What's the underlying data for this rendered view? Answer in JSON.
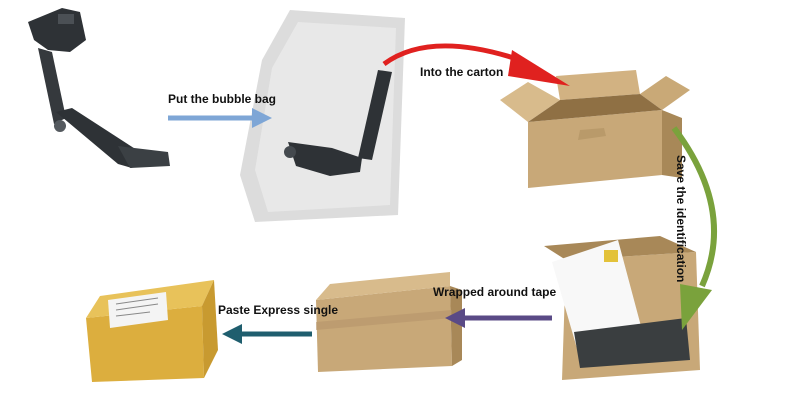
{
  "steps": [
    {
      "label": "Put the bubble bag"
    },
    {
      "label": "Into the carton"
    },
    {
      "label": "Save the identification"
    },
    {
      "label": "Wrapped around tape"
    },
    {
      "label": "Paste Express single"
    }
  ],
  "colors": {
    "arrow_blue": "#7ea6d6",
    "arrow_red": "#e0211f",
    "arrow_green": "#7aa23c",
    "arrow_purple": "#5a4a86",
    "arrow_teal": "#1f5e6e",
    "cardboard": "#c8a878",
    "cardboard_dark": "#a88858",
    "tape": "#dcae3e",
    "part": "#2e3236"
  }
}
